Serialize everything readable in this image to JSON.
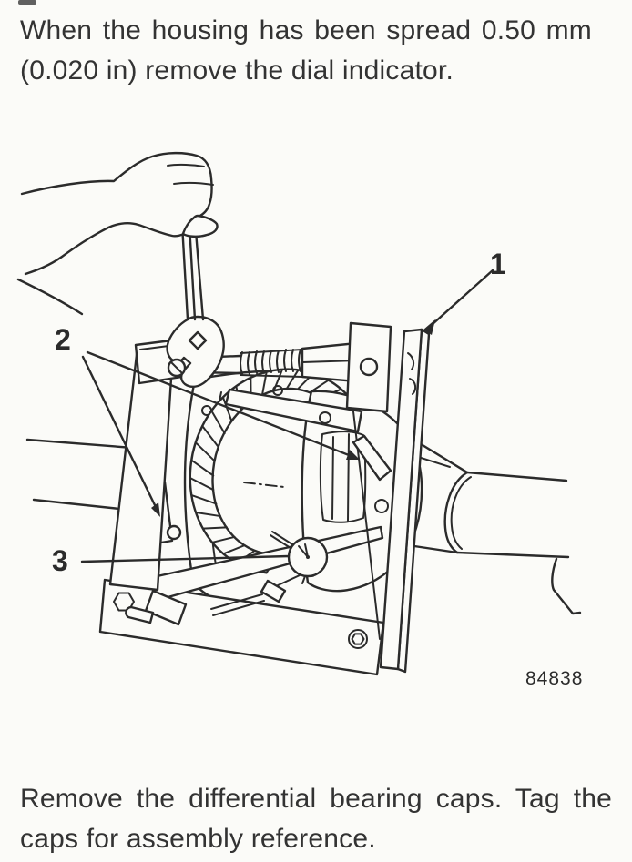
{
  "colors": {
    "paper": "#fbfbf8",
    "ink": "#2b2b2b"
  },
  "instruction_top": {
    "lines": [
      "When the housing has been spread 0.50 mm",
      "(0.020 in) remove the dial indicator."
    ]
  },
  "instruction_bottom": {
    "lines": [
      "Remove the differential bearing caps. Tag the",
      "caps for assembly reference."
    ]
  },
  "figure": {
    "number": "84838",
    "callouts": [
      {
        "label": "1"
      },
      {
        "label": "2"
      },
      {
        "label": "3"
      }
    ]
  }
}
